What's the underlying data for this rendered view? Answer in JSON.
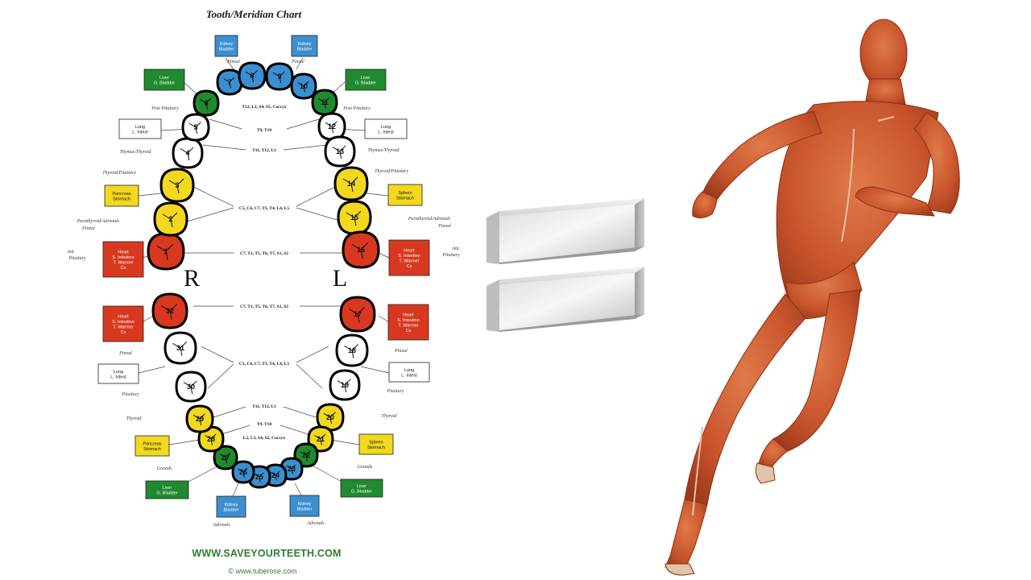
{
  "chart": {
    "title": "Tooth/Meridian Chart",
    "big_right": "R",
    "big_left": "L",
    "brand": "WWW.SAVEYOURTEETH.COM",
    "copyright": "© www.tuberose.com",
    "colors": {
      "kidney": "#3b8fd0",
      "liver": "#1f8a2e",
      "heart": "#d8381f",
      "yellow": "#f2d81e",
      "white": "#ffffff",
      "outline": "#000000"
    },
    "teeth_upper": [
      {
        "n": "1",
        "color": "heart"
      },
      {
        "n": "2",
        "color": "yellow"
      },
      {
        "n": "3",
        "color": "yellow"
      },
      {
        "n": "4",
        "color": "white"
      },
      {
        "n": "5",
        "color": "white"
      },
      {
        "n": "6",
        "color": "liver"
      },
      {
        "n": "7",
        "color": "kidney"
      },
      {
        "n": "8",
        "color": "kidney"
      },
      {
        "n": "9",
        "color": "kidney"
      },
      {
        "n": "10",
        "color": "kidney"
      },
      {
        "n": "11",
        "color": "liver"
      },
      {
        "n": "12",
        "color": "white"
      },
      {
        "n": "13",
        "color": "white"
      },
      {
        "n": "14",
        "color": "yellow"
      },
      {
        "n": "15",
        "color": "yellow"
      },
      {
        "n": "16",
        "color": "heart"
      }
    ],
    "teeth_lower": [
      {
        "n": "17",
        "color": "heart"
      },
      {
        "n": "18",
        "color": "white"
      },
      {
        "n": "19",
        "color": "white"
      },
      {
        "n": "20",
        "color": "yellow"
      },
      {
        "n": "21",
        "color": "yellow"
      },
      {
        "n": "22",
        "color": "liver"
      },
      {
        "n": "23",
        "color": "kidney"
      },
      {
        "n": "24",
        "color": "kidney"
      },
      {
        "n": "25",
        "color": "kidney"
      },
      {
        "n": "26",
        "color": "kidney"
      },
      {
        "n": "27",
        "color": "liver"
      },
      {
        "n": "28",
        "color": "yellow"
      },
      {
        "n": "29",
        "color": "yellow"
      },
      {
        "n": "30",
        "color": "white"
      },
      {
        "n": "31",
        "color": "white"
      },
      {
        "n": "32",
        "color": "heart"
      }
    ],
    "boxes": [
      {
        "text": [
          "Kidney",
          "Bladder"
        ],
        "color": "kidney"
      },
      {
        "text": [
          "Kidney",
          "Bladder"
        ],
        "color": "kidney"
      },
      {
        "text": [
          "Liver",
          "G. Bladder"
        ],
        "color": "liver"
      },
      {
        "text": [
          "Liver",
          "G. Bladder"
        ],
        "color": "liver"
      },
      {
        "text": [
          "Lung",
          "L. Intest"
        ],
        "color": "white"
      },
      {
        "text": [
          "Lung",
          "L. Intest"
        ],
        "color": "white"
      },
      {
        "text": [
          "Pancreas",
          "Stomach"
        ],
        "color": "yellow"
      },
      {
        "text": [
          "Spleen",
          "Stomach"
        ],
        "color": "yellow"
      },
      {
        "text": [
          "Heart",
          "S. Intestine",
          "T. Warmer",
          "Cx"
        ],
        "color": "heart"
      },
      {
        "text": [
          "Heart",
          "S. Intestine",
          "T. Warmer",
          "Cx"
        ],
        "color": "heart"
      },
      {
        "text": [
          "Heart",
          "S. Intestine",
          "T. Warmer",
          "Cx"
        ],
        "color": "heart"
      },
      {
        "text": [
          "Heart",
          "S. Intestine",
          "T. Warmer",
          "Cx"
        ],
        "color": "heart"
      },
      {
        "text": [
          "Lung",
          "L. Intest"
        ],
        "color": "white"
      },
      {
        "text": [
          "Lung",
          "L. Intest"
        ],
        "color": "white"
      },
      {
        "text": [
          "Pancreas",
          "Stomach"
        ],
        "color": "yellow"
      },
      {
        "text": [
          "Spleen",
          "Stomach"
        ],
        "color": "yellow"
      },
      {
        "text": [
          "Liver",
          "G. Bladder"
        ],
        "color": "liver"
      },
      {
        "text": [
          "Liver",
          "G. Bladder"
        ],
        "color": "liver"
      },
      {
        "text": [
          "Kidney",
          "Bladder"
        ],
        "color": "kidney"
      },
      {
        "text": [
          "Kidney",
          "Bladder"
        ],
        "color": "kidney"
      }
    ],
    "small_labels": {
      "pineal": "Pineal",
      "post_pituitary": "Post Pituitary",
      "thymus_thyroid": "Thymus/Thyroid",
      "thyroid_pituitary": "Thyroid/Pituitary",
      "parathyroid_adrenals": "Parathyroid/Adrenals",
      "ant_pituitary_l1": "Ant.",
      "ant_pituitary_l2": "Pituitary",
      "pituitary": "Pituitary",
      "thyroid": "Thyroid",
      "gonads": "Gonads",
      "adrenals": "Adrenals"
    },
    "spine_labels": [
      "T12, L2, S4, S5, Coccyx",
      "T9, T10",
      "T11, T12, L1",
      "C5, C6, C7, T3, T4, L4, L5",
      "C7, T1, T5, T6, T7, S1, S2",
      "C7, T1, T5, T6, T7, S1, S2",
      "C5, C6, C7, T3, T4, L4, L5",
      "T11, T12, L1",
      "T9, T10",
      "L2, L3, S4, S5, Coccyx"
    ]
  },
  "equals_sign": {
    "color": "#c9c9c9"
  },
  "figure": {
    "subject": "anatomical-muscle-runner"
  }
}
